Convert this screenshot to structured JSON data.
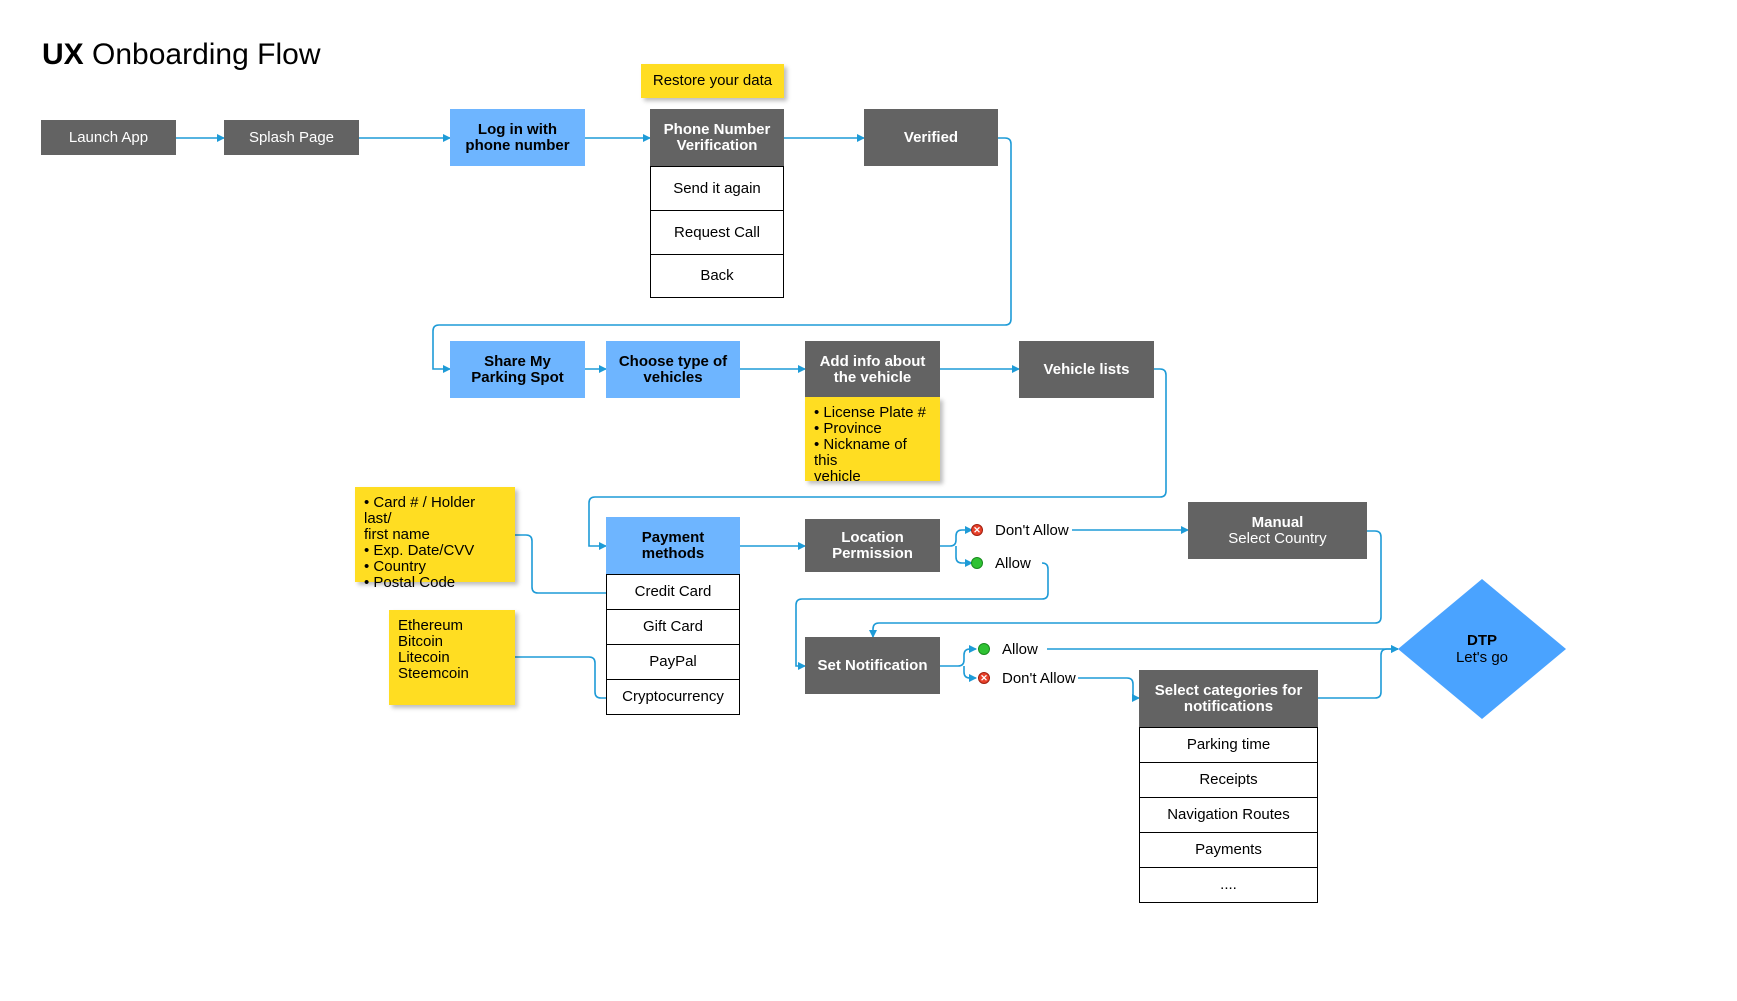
{
  "title": {
    "bold": "UX",
    "rest": " Onboarding Flow"
  },
  "nodes": {
    "launch_app": "Launch App",
    "splash_page": "Splash Page",
    "login_phone": "Log in with\nphone number",
    "phone_verification": "Phone Number\nVerification",
    "send_again": "Send it again",
    "request_call": "Request Call",
    "back": "Back",
    "verified": "Verified",
    "share_spot": "Share My\nParking Spot",
    "choose_vehicle": "Choose type of\nvehicles",
    "add_info": "Add info about\nthe vehicle",
    "vehicle_lists": "Vehicle lists",
    "payment_methods": "Payment\nmethods",
    "credit_card": "Credit Card",
    "gift_card": "Gift Card",
    "paypal": "PayPal",
    "cryptocurrency": "Cryptocurrency",
    "location_permission": "Location\nPermission",
    "manual_country_title": "Manual",
    "manual_country_sub": "Select Country",
    "set_notification": "Set Notification",
    "select_categories": "Select categories for\nnotifications",
    "parking_time": "Parking time",
    "receipts": "Receipts",
    "navigation_routes": "Navigation Routes",
    "payments": "Payments",
    "more": "....",
    "dtp_title": "DTP",
    "dtp_sub": "Let's go"
  },
  "notes": {
    "restore": "Restore your data",
    "vehicle_info": "• License Plate #\n• Province\n• Nickname of this\nvehicle",
    "card_info": "• Card # / Holder last/\nfirst name\n• Exp. Date/CVV\n• Country\n• Postal Code",
    "crypto_list": "Ethereum\nBitcoin\nLitecoin\nSteemcoin"
  },
  "labels": {
    "dont_allow": "Don't Allow",
    "allow": "Allow",
    "notif_allow": "Allow",
    "notif_dont_allow": "Don't Allow"
  },
  "colors": {
    "gray_box": "#636363",
    "blue_box": "#6eb5ff",
    "sticky_note": "#ffdd22",
    "connector": "#1e9bd7",
    "diamond": "#4aa3ff",
    "deny": "#e8402a",
    "allow": "#2fc233"
  }
}
